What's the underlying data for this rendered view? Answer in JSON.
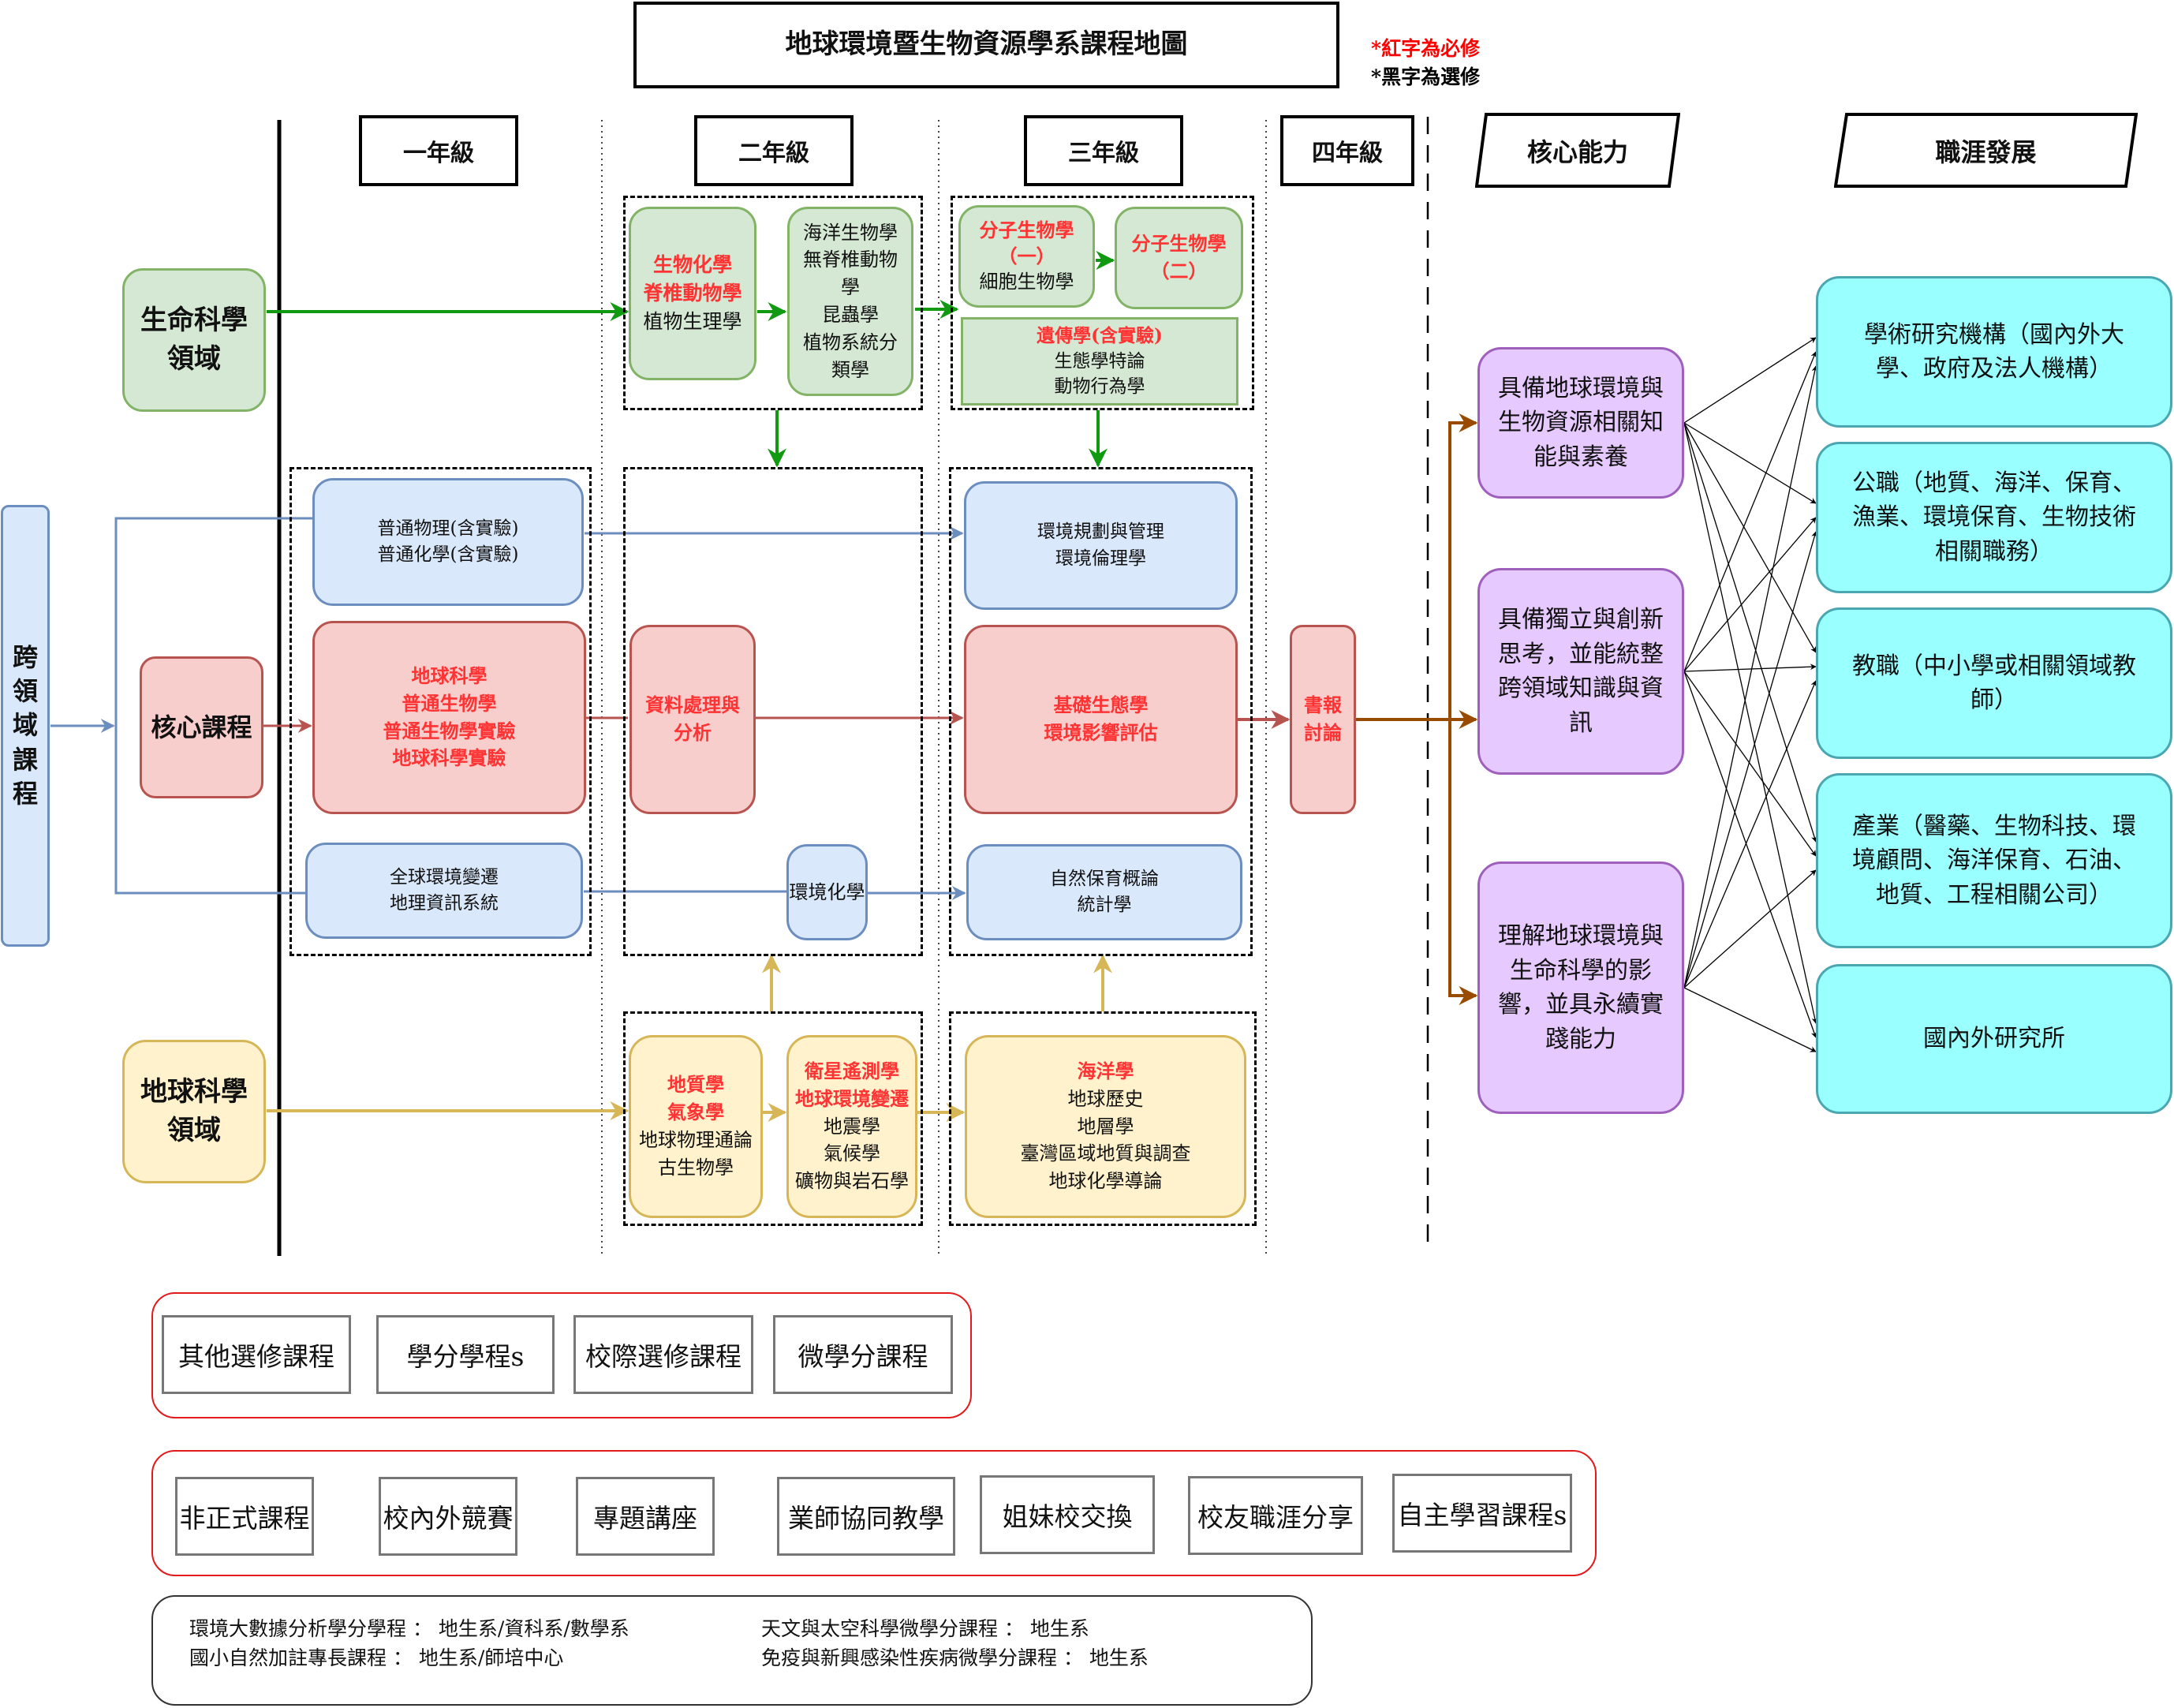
{
  "title": "地球環境暨生物資源學系課程地圖",
  "legend": {
    "required": "*紅字為必修",
    "elective": "*黑字為選修"
  },
  "colors": {
    "required_text": "#ff3333",
    "life_science": "#82b366",
    "cross_domain": "#6c8ebf",
    "core": "#b85450",
    "earth_science": "#d6b656",
    "competence": "#9e5fbd",
    "career": "#4aa6b0",
    "to_competence_arrow": "#994c00"
  },
  "headers": {
    "year1": "一年級",
    "year2": "二年級",
    "year3": "三年級",
    "year4": "四年級",
    "competence": "核心能力",
    "career": "職涯發展"
  },
  "domains": {
    "life_science": [
      "生命科學",
      "領域"
    ],
    "core": "核心課程",
    "earth_science": [
      "地球科學",
      "領域"
    ],
    "cross_domain": [
      "跨",
      "領",
      "域",
      "課",
      "程"
    ]
  },
  "courses": {
    "y2_life_a": [
      {
        "t": "生物化學",
        "req": true
      },
      {
        "t": "脊椎動物學",
        "req": true
      },
      {
        "t": "植物生理學",
        "req": false
      }
    ],
    "y2_life_b": [
      {
        "t": "海洋生物學",
        "req": false
      },
      {
        "t": "無脊椎動物",
        "req": false
      },
      {
        "t": "學",
        "req": false
      },
      {
        "t": "昆蟲學",
        "req": false
      },
      {
        "t": "植物系統分",
        "req": false
      },
      {
        "t": "類學",
        "req": false
      }
    ],
    "y3_life_a": [
      {
        "t": "分子生物學",
        "req": true
      },
      {
        "t": "（一）",
        "req": true
      },
      {
        "t": "細胞生物學",
        "req": false
      }
    ],
    "y3_life_b": [
      {
        "t": "分子生物學",
        "req": true
      },
      {
        "t": "（二）",
        "req": true
      }
    ],
    "y3_life_c": [
      {
        "t": "遺傳學(含實驗)",
        "req": true
      },
      {
        "t": "生態學特論",
        "req": false
      },
      {
        "t": "動物行為學",
        "req": false
      }
    ],
    "y1_cross_a": [
      {
        "t": "普通物理(含實驗)",
        "req": false
      },
      {
        "t": "普通化學(含實驗)",
        "req": false
      }
    ],
    "y1_core": [
      {
        "t": "地球科學",
        "req": true
      },
      {
        "t": "普通生物學",
        "req": true
      },
      {
        "t": "普通生物學實驗",
        "req": true
      },
      {
        "t": "地球科學實驗",
        "req": true
      }
    ],
    "y1_cross_b": [
      {
        "t": "全球環境變遷",
        "req": false
      },
      {
        "t": "地理資訊系統",
        "req": false
      }
    ],
    "y2_core": [
      {
        "t": "資料處理與",
        "req": true
      },
      {
        "t": "分析",
        "req": true
      }
    ],
    "y2_cross": [
      {
        "t": "環境化學",
        "req": false
      }
    ],
    "y3_cross_a": [
      {
        "t": "環境規劃與管理",
        "req": false
      },
      {
        "t": "環境倫理學",
        "req": false
      }
    ],
    "y3_core": [
      {
        "t": "基礎生態學",
        "req": true
      },
      {
        "t": "環境影響評估",
        "req": true
      }
    ],
    "y3_cross_b": [
      {
        "t": "自然保育概論",
        "req": false
      },
      {
        "t": "統計學",
        "req": false
      }
    ],
    "y4_core": [
      {
        "t": "書報",
        "req": true
      },
      {
        "t": "討論",
        "req": true
      }
    ],
    "y2_earth_a": [
      {
        "t": "地質學",
        "req": true
      },
      {
        "t": "氣象學",
        "req": true
      },
      {
        "t": "地球物理通論",
        "req": false
      },
      {
        "t": "古生物學",
        "req": false
      }
    ],
    "y2_earth_b": [
      {
        "t": "衛星遙測學",
        "req": true
      },
      {
        "t": "地球環境變遷",
        "req": true
      },
      {
        "t": "地震學",
        "req": false
      },
      {
        "t": "氣候學",
        "req": false
      },
      {
        "t": "礦物與岩石學",
        "req": false
      }
    ],
    "y3_earth": [
      {
        "t": "海洋學",
        "req": true
      },
      {
        "t": "地球歷史",
        "req": false
      },
      {
        "t": "地層學",
        "req": false
      },
      {
        "t": "臺灣區域地質與調查",
        "req": false
      },
      {
        "t": "地球化學導論",
        "req": false
      }
    ]
  },
  "competences": [
    [
      "具備地球環境與",
      "生物資源相關知",
      "能與素養"
    ],
    [
      "具備獨立與創新",
      "思考，並能統整",
      "跨領域知識與資",
      "訊"
    ],
    [
      "理解地球環境與",
      "生命科學的影",
      "響，並具永續實",
      "踐能力"
    ]
  ],
  "careers": [
    [
      "學術研究機構（國內外大",
      "學、政府及法人機構）"
    ],
    [
      "公職（地質、海洋、保育、",
      "漁業、環境保育、生物技術",
      "相關職務）"
    ],
    [
      "教職（中小學或相關領域教",
      "師）"
    ],
    [
      "產業（醫藥、生物科技、環",
      "境顧問、海洋保育、石油、",
      "地質、工程相關公司）"
    ],
    [
      "國內外研究所"
    ]
  ],
  "other_courses": [
    "其他選修課程",
    "學分學程s",
    "校際選修課程",
    "微學分課程"
  ],
  "informal_courses": [
    "非正式課程",
    "校內外競賽",
    "專題講座",
    "業師協同教學",
    "姐妹校交換",
    "校友職涯分享",
    "自主學習課程s"
  ],
  "programs": [
    "環境大數據分析學分學程 ： 地生系/資科系/數學系",
    "天文與太空科學微學分課程 ： 地生系",
    "國小自然加註專長課程 ： 地生系/師培中心",
    "免疫與新興感染性疾病微學分課程 ： 地生系"
  ]
}
